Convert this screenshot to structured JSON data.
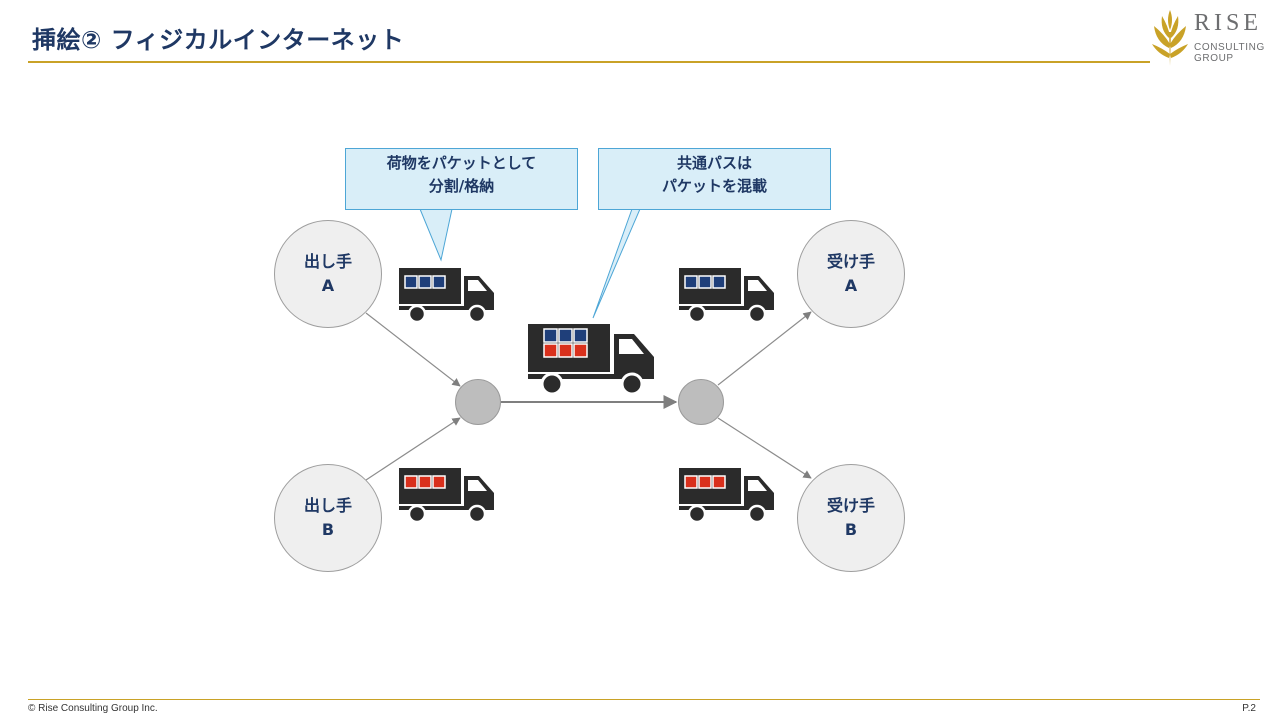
{
  "header": {
    "title": "挿絵② フィジカルインターネット"
  },
  "logo": {
    "word": "RISE",
    "line1": "CONSULTING",
    "line2": "GROUP"
  },
  "callouts": [
    {
      "line1": "荷物をパケットとして",
      "line2": "分割/格納"
    },
    {
      "line1": "共通パスは",
      "line2": "パケットを混載"
    }
  ],
  "nodes": {
    "sender_a": {
      "line1": "出し手",
      "line2": "A"
    },
    "sender_b": {
      "line1": "出し手",
      "line2": "B"
    },
    "receiver_a": {
      "line1": "受け手",
      "line2": "A"
    },
    "receiver_b": {
      "line1": "受け手",
      "line2": "B"
    }
  },
  "colors": {
    "title": "#1f3864",
    "gold": "#c9a227",
    "packet_a": "#1f3f7a",
    "packet_b": "#d9301c",
    "truck": "#2b2b2b",
    "callout_fill": "#d9eef8",
    "callout_border": "#4da6d6"
  },
  "footer": {
    "copyright": "© Rise Consulting Group Inc.",
    "page": "P.2"
  }
}
